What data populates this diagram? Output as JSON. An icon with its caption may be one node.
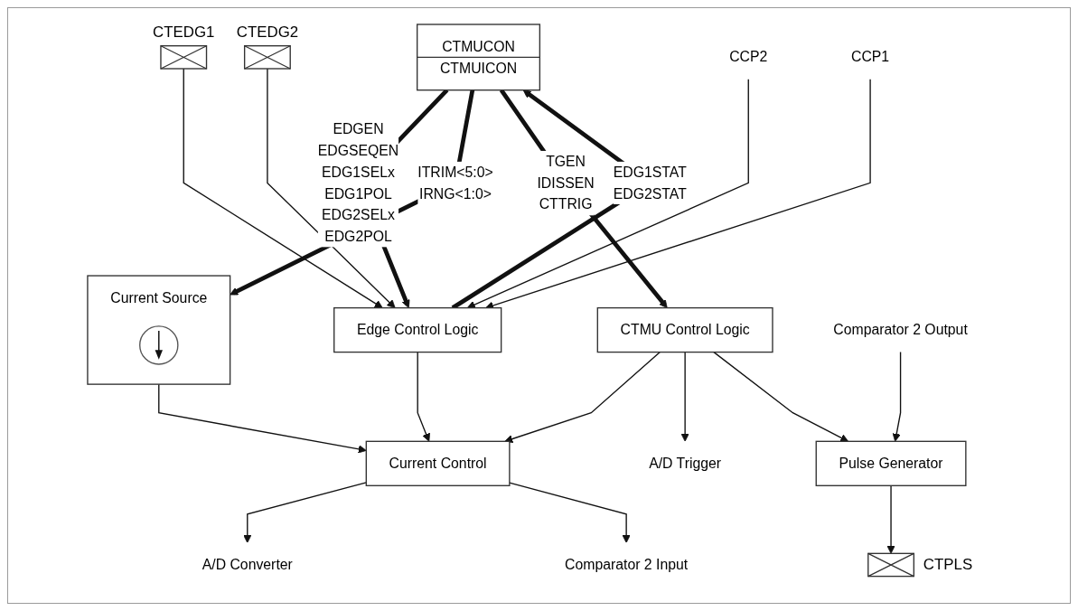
{
  "diagram": {
    "nodes": [
      {
        "text": [
          "CTMUCON",
          "CTMUICON"
        ]
      },
      {
        "text": [
          "Current Source"
        ]
      },
      {
        "text": [],
        "shape": "box",
        "beside": [
          "CTEDG1"
        ]
      },
      {
        "text": [],
        "shape": "box",
        "beside": [
          "CTEDG2"
        ]
      },
      {
        "text": [
          "Edge Control Logic"
        ]
      },
      {
        "text": [
          "Current Control"
        ]
      },
      {
        "text": [
          "CTMU Control Logic"
        ]
      },
      {
        "text": [
          "A/D Trigger"
        ]
      },
      {
        "text": [
          "CCP2"
        ]
      },
      {
        "text": [
          "CCP1"
        ]
      },
      {
        "text": [
          "Pulse Generator"
        ]
      },
      {
        "text": [],
        "shape": "box",
        "beside": [
          "CTPLS"
        ]
      },
      {
        "text": [
          "A/D Converter"
        ]
      },
      {
        "text": [
          "Comparator 2 Input"
        ]
      },
      {
        "text": [
          "Comparator 2 Output"
        ]
      }
    ],
    "edges": [
      {
        "from": 0,
        "to": 4,
        "arrow": "to",
        "style": "thick",
        "label": "EDGEN EDGSEQEN EDG1SELx EDG1POL EDG2SELx EDG2POL"
      },
      {
        "from": 4,
        "to": 0,
        "arrow": "to",
        "style": "thick",
        "label": "EDG1STAT EDG2STAT"
      },
      {
        "from": 0,
        "to": 1,
        "arrow": "to",
        "style": "thick",
        "label": "ITRIM<5:0> IRNG<1:0>"
      },
      {
        "from": 0,
        "to": 6,
        "arrow": "to",
        "style": "thick",
        "label": "TGEN IDISSEN CTTRIG"
      },
      {
        "from": 2,
        "to": 4,
        "arrow": "to"
      },
      {
        "from": 3,
        "to": 4,
        "arrow": "to"
      },
      {
        "from": 8,
        "to": 4,
        "arrow": "to"
      },
      {
        "from": 9,
        "to": 4,
        "arrow": "to"
      },
      {
        "from": 1,
        "to": 5,
        "arrow": "to"
      },
      {
        "from": 4,
        "to": 5,
        "arrow": "to"
      },
      {
        "from": 6,
        "to": 5,
        "arrow": "to"
      },
      {
        "from": 6,
        "to": 7,
        "arrow": "to"
      },
      {
        "from": 6,
        "to": 10,
        "arrow": "to"
      },
      {
        "from": 5,
        "to": 12,
        "arrow": "to"
      },
      {
        "from": 5,
        "to": 13,
        "arrow": "to"
      },
      {
        "from": 10,
        "to": 11,
        "arrow": "to"
      },
      {
        "from": 14,
        "to": 10,
        "arrow": "to"
      }
    ]
  }
}
